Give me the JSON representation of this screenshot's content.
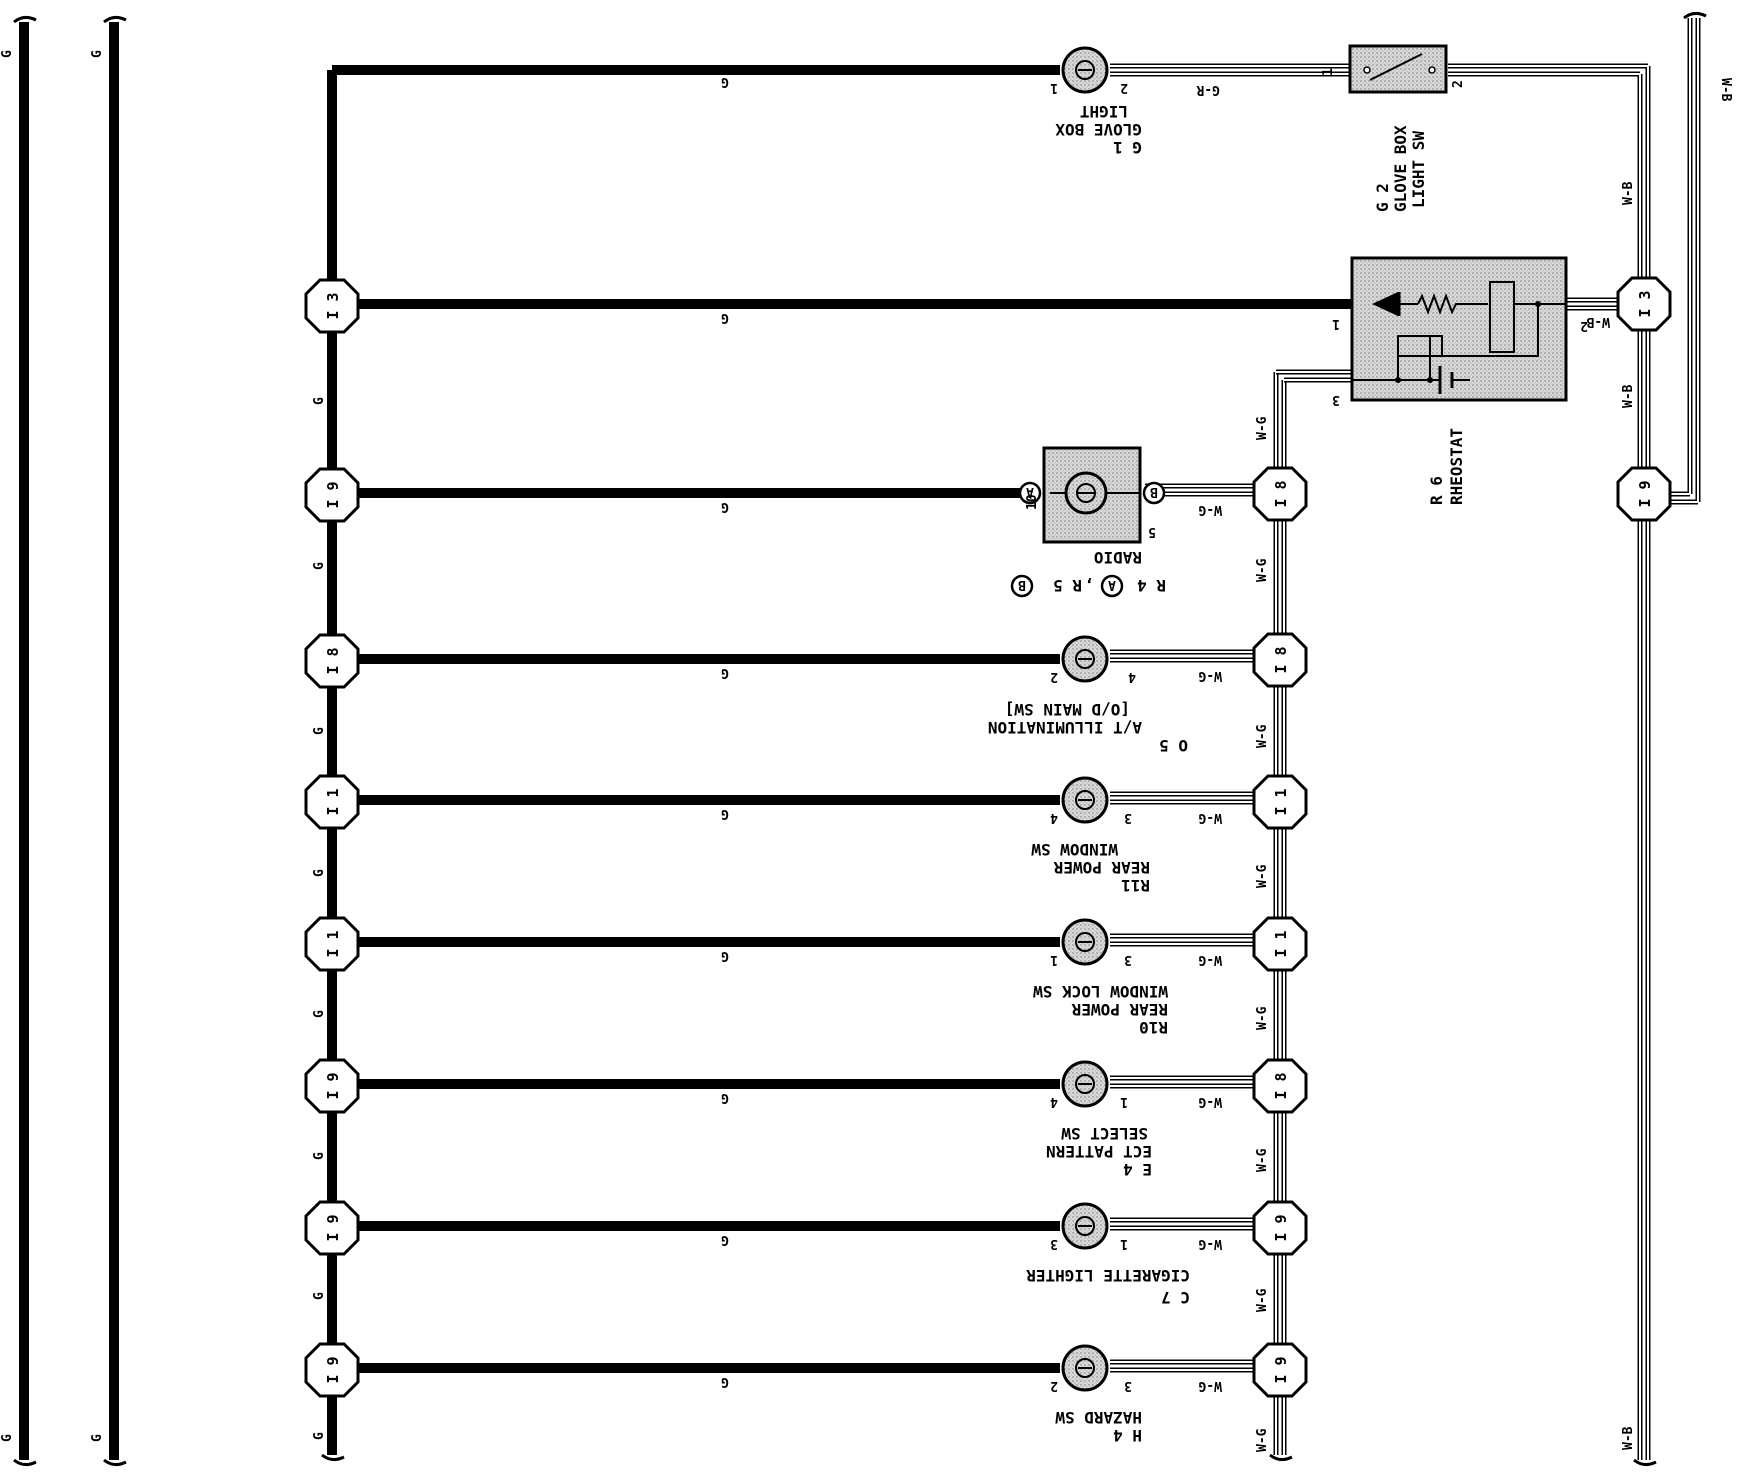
{
  "wire_colors": {
    "ground": "G",
    "left_bus": "G",
    "illum_feed": "W-G",
    "w_b": "W-B",
    "g_r": "G-R"
  },
  "left_bus_labels": [
    "G",
    "G",
    "G",
    "G"
  ],
  "connectors_left": [
    "I 3",
    "I 9",
    "I 8",
    "I 1",
    "I 1",
    "I 9",
    "I 9",
    "I 9"
  ],
  "connectors_right": [
    "I 8",
    "I 8",
    "I 1",
    "I 1",
    "I 8",
    "I 9",
    "I 9"
  ],
  "connectors_far_right": [
    "I 3",
    "I 9"
  ],
  "components": {
    "glove_box_light": {
      "id": "G 1",
      "name1": "GLOVE BOX",
      "name2": "LIGHT",
      "pin_a": "1",
      "pin_b": "2"
    },
    "glove_box_light_sw": {
      "id": "G 2",
      "name1": "GLOVE BOX",
      "name2": "LIGHT SW",
      "pin_a": "1",
      "pin_b": "2",
      "wire": "G-R"
    },
    "rheostat": {
      "id": "R 6",
      "name": "RHEOSTAT",
      "pin_1": "1",
      "pin_2": "2",
      "pin_3": "3"
    },
    "radio": {
      "id": "R 4",
      "id2": "R 5",
      "sep": ",",
      "conn_a": "A",
      "conn_b": "B",
      "name": "RADIO",
      "pin_a": "10",
      "pin_b": "5"
    },
    "at_illum": {
      "id": "O 5",
      "name1": "A/T ILLUMINATION",
      "name2": "[O/D MAIN SW]",
      "pin_a": "2",
      "pin_b": "4"
    },
    "rear_power_window_sw": {
      "id": "R11",
      "name1": "REAR POWER",
      "name2": "WINDOW SW",
      "pin_a": "4",
      "pin_b": "3"
    },
    "rear_power_window_lock_sw": {
      "id": "R10",
      "name1": "REAR POWER",
      "name2": "WINDOW LOCK SW",
      "pin_a": "1",
      "pin_b": "3"
    },
    "ect_pattern_select_sw": {
      "id": "E 4",
      "name1": "ECT PATTERN",
      "name2": "SELECT SW",
      "pin_a": "4",
      "pin_b": "1"
    },
    "cigarette_lighter": {
      "id": "C 7",
      "name1": "CIGARETTE LIGHTER",
      "pin_a": "3",
      "pin_b": "1"
    },
    "hazard_sw": {
      "id": "H 4",
      "name1": "HAZARD SW",
      "pin_a": "2",
      "pin_b": "3"
    }
  }
}
